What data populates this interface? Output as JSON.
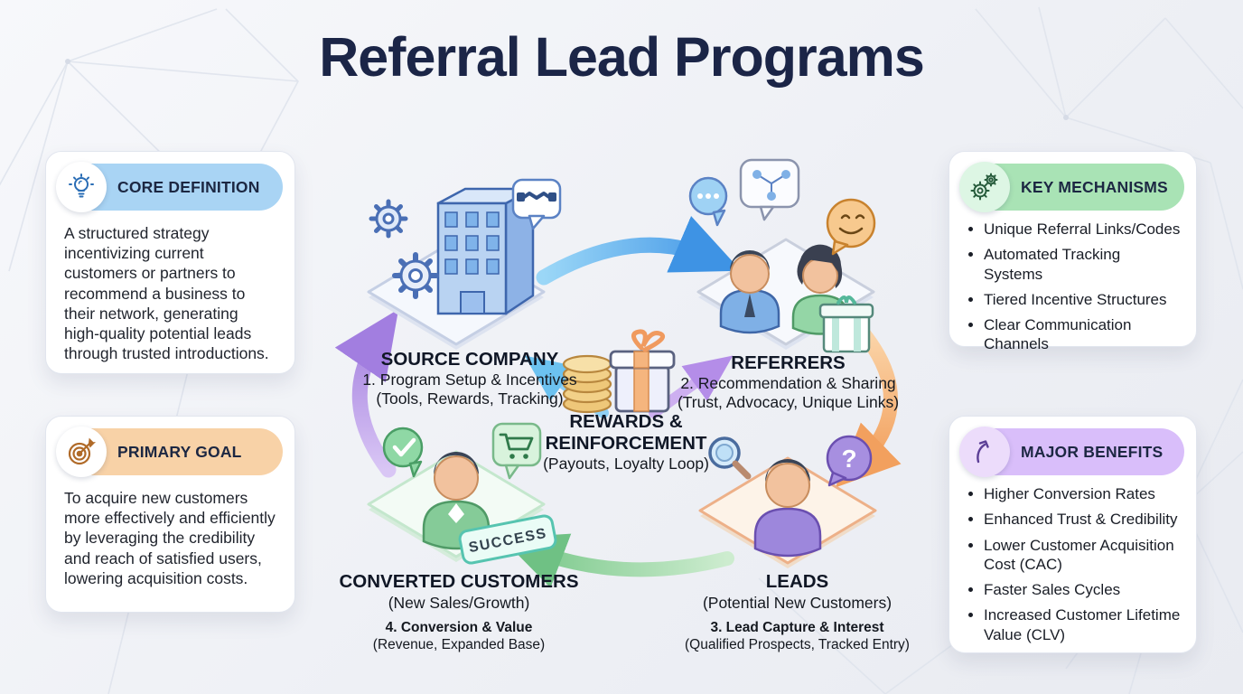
{
  "title": "Referral Lead Programs",
  "cards": {
    "core_definition": {
      "title": "CORE DEFINITION",
      "icon": "lightbulb-icon",
      "body": "A structured strategy incentivizing current customers or partners to recommend a business to their network, generating high-quality potential leads through trusted introductions.",
      "accent": "#a9d4f4"
    },
    "primary_goal": {
      "title": "PRIMARY GOAL",
      "icon": "target-icon",
      "body": "To acquire new customers more effectively and efficiently by leveraging the credibility and reach of satisfied users, lowering acquisition costs.",
      "accent": "#f8d2a7"
    },
    "key_mechanisms": {
      "title": "KEY MECHANISMS",
      "icon": "gears-icon",
      "accent": "#a9e3b5",
      "bullets": [
        "Unique Referral Links/Codes",
        "Automated Tracking Systems",
        "Tiered Incentive Structures",
        "Clear Communication Channels"
      ]
    },
    "major_benefits": {
      "title": "MAJOR BENEFITS",
      "icon": "growth-arrow-icon",
      "accent": "#d9befa",
      "bullets": [
        "Higher Conversion Rates",
        "Enhanced Trust & Credibility",
        "Lower Customer Acquisition Cost (CAC)",
        "Faster Sales Cycles",
        "Increased Customer Lifetime Value (CLV)"
      ]
    }
  },
  "cycle": {
    "source_company": {
      "title": "SOURCE COMPANY",
      "line1": "1. Program Setup & Incentives",
      "line2": "(Tools, Rewards, Tracking)"
    },
    "referrers": {
      "title": "REFERRERS",
      "line1": "2. Recommendation & Sharing",
      "line2": "(Trust, Advocacy, Unique Links)"
    },
    "leads": {
      "title": "LEADS",
      "subtitle": "(Potential New Customers)",
      "line1": "3. Lead Capture & Interest",
      "line2": "(Qualified Prospects, Tracked Entry)"
    },
    "converted_customers": {
      "title": "CONVERTED CUSTOMERS",
      "subtitle": "(New Sales/Growth)",
      "line1": "4. Conversion & Value",
      "line2": "(Revenue, Expanded Base)"
    },
    "center": {
      "title_line1": "REWARDS &",
      "title_line2": "REINFORCEMENT",
      "subtitle": "(Payouts, Loyalty Loop)"
    },
    "success_badge": "SUCCESS",
    "question_mark": "?"
  },
  "arrow_colors": {
    "source_to_referrers": "#4a9ce8",
    "referrers_to_leads": "#f2a05e",
    "leads_to_converted": "#7cc98c",
    "converted_to_source": "#a784e0",
    "center_to_source": "#7ec9f2",
    "center_to_referrers": "#c1a0ec"
  }
}
